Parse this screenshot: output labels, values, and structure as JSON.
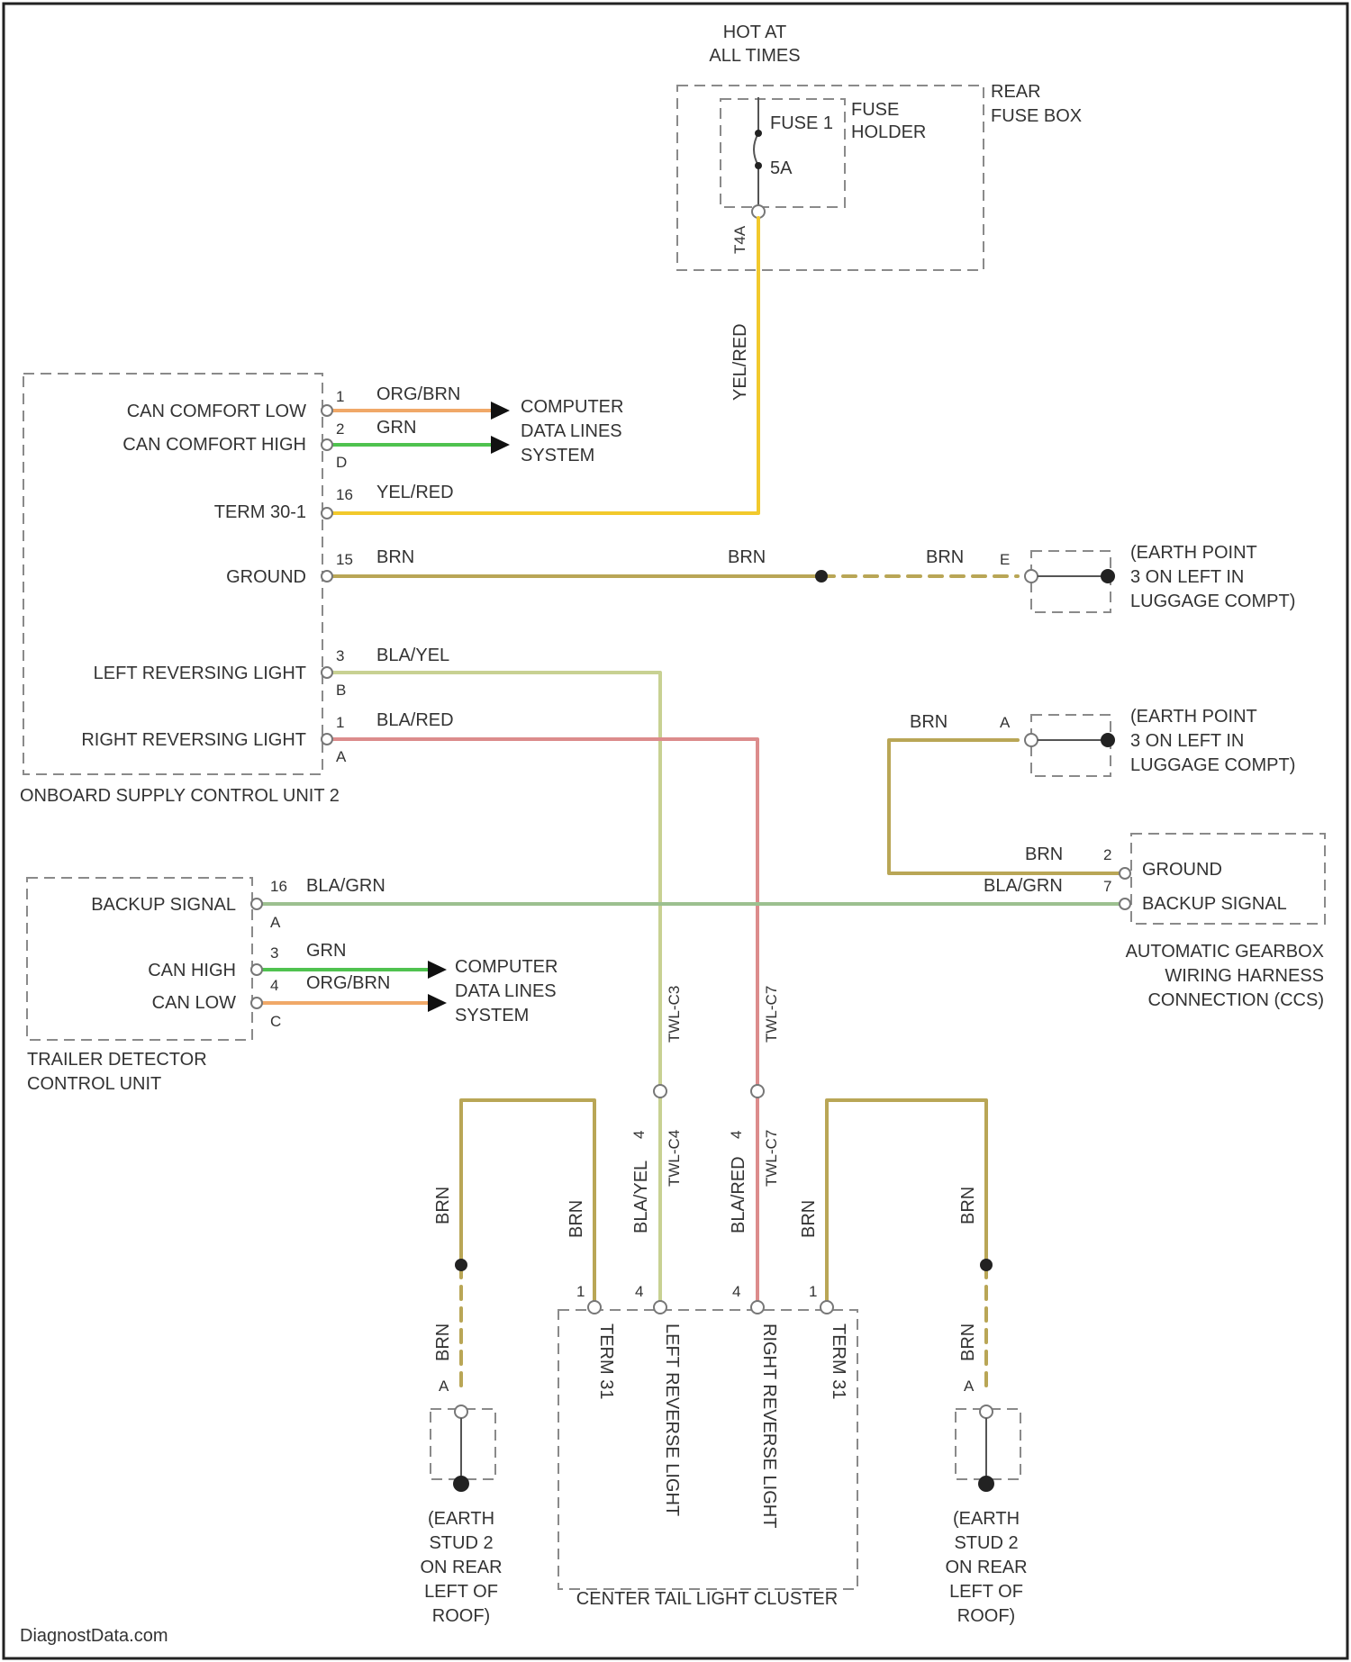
{
  "colors": {
    "yelred": "#f2c92c",
    "orgbrn": "#f0a868",
    "grn": "#4fc24f",
    "brn": "#b9a656",
    "blayel": "#c8d192",
    "blared": "#dc8c8c",
    "blagrn": "#9cc08f",
    "box": "#8a8a8a",
    "border": "#222222"
  },
  "fuse": {
    "hot": [
      "HOT AT",
      "ALL TIMES"
    ],
    "fuse_label": "FUSE 1",
    "rating": "5A",
    "holder": [
      "FUSE",
      "HOLDER"
    ],
    "pin": "T4A",
    "box_label": [
      "REAR",
      "FUSE BOX"
    ]
  },
  "onboard": {
    "title": "ONBOARD SUPPLY CONTROL UNIT 2",
    "pins": [
      {
        "label": "CAN COMFORT LOW",
        "num": "1",
        "wire": "ORG/BRN"
      },
      {
        "label": "CAN COMFORT HIGH",
        "num": "2",
        "wire": "GRN"
      },
      {
        "label": "TERM 30-1",
        "num": "16",
        "wire": "YEL/RED"
      },
      {
        "label": "GROUND",
        "num": "15",
        "wire": "BRN"
      },
      {
        "label": "LEFT REVERSING LIGHT",
        "num": "3",
        "wire": "BLA/YEL"
      },
      {
        "label": "RIGHT REVERSING LIGHT",
        "num": "1",
        "wire": "BLA/RED"
      }
    ],
    "sub": {
      "can": "D",
      "left": "B",
      "right": "A"
    }
  },
  "data_lines": [
    "COMPUTER",
    "DATA LINES",
    "SYSTEM"
  ],
  "feed_wire": "YEL/RED",
  "gnd_mid_wire": "BRN",
  "earth": {
    "lines": [
      "(EARTH POINT",
      "3 ON LEFT IN",
      "LUGGAGE COMPT)"
    ],
    "pin1": "E",
    "pin2": "A"
  },
  "trailer": {
    "title": [
      "TRAILER DETECTOR",
      "CONTROL UNIT"
    ],
    "pins": [
      {
        "label": "BACKUP SIGNAL",
        "num": "16",
        "wire": "BLA/GRN"
      },
      {
        "label": "CAN HIGH",
        "num": "3",
        "wire": "GRN"
      },
      {
        "label": "CAN LOW",
        "num": "4",
        "wire": "ORG/BRN"
      }
    ],
    "sub": {
      "backup": "A",
      "can": "C"
    }
  },
  "gearbox": {
    "pins": [
      {
        "label": "GROUND",
        "num": "2",
        "wire": "BRN"
      },
      {
        "label": "BACKUP SIGNAL",
        "num": "7",
        "wire": "BLA/GRN"
      }
    ],
    "title": [
      "AUTOMATIC GEARBOX",
      "WIRING HARNESS",
      "CONNECTION (CCS)"
    ]
  },
  "splice": {
    "left": "TWL-C3",
    "right": "TWL-C7"
  },
  "cluster": {
    "title": "CENTER TAIL LIGHT CLUSTER",
    "pins": [
      {
        "label": "TERM 31",
        "num": "1",
        "wire": "BRN"
      },
      {
        "label": "LEFT REVERSE LIGHT",
        "num": "4",
        "wire": "BLA/YEL",
        "conn": "TWL-C4"
      },
      {
        "label": "RIGHT REVERSE LIGHT",
        "num": "4",
        "wire": "BLA/RED",
        "conn": "TWL-C7"
      },
      {
        "label": "TERM 31",
        "num": "1",
        "wire": "BRN"
      }
    ]
  },
  "stud": {
    "lines": [
      "(EARTH",
      "STUD 2",
      "ON REAR",
      "LEFT OF",
      "ROOF)"
    ],
    "pin": "A",
    "wire": "BRN"
  },
  "watermark": "DiagnostData.com"
}
